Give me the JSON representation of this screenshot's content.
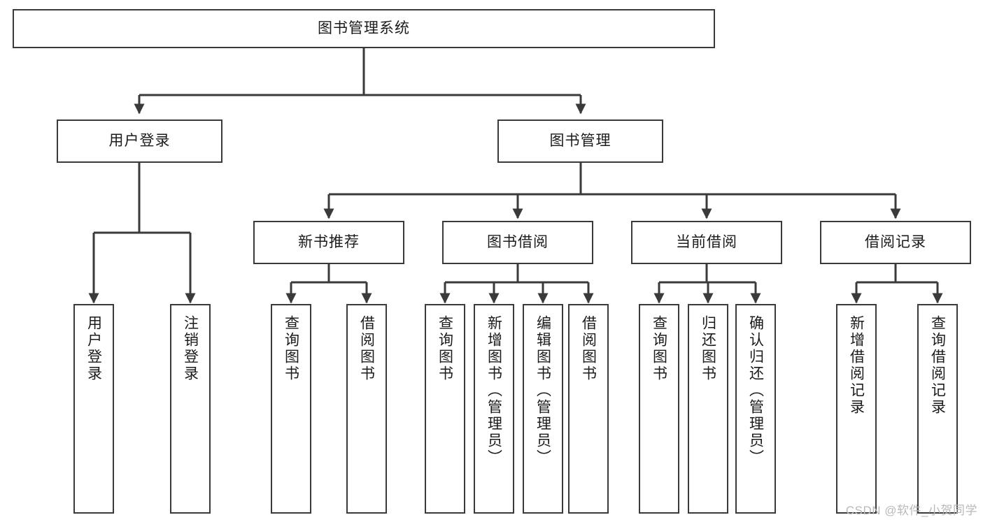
{
  "diagram": {
    "type": "tree-hierarchy",
    "title": "图书管理系统",
    "watermark": "CSDN @软件_小贺同学",
    "colors": {
      "stroke": "#3a3a3a",
      "fill": "#ffffff",
      "text": "#1b1b1b",
      "watermark": "#b9b9b9"
    },
    "nodes": {
      "root": {
        "label": "图书管理系统"
      },
      "level2": [
        {
          "id": "user-login",
          "label": "用户登录"
        },
        {
          "id": "book-manage",
          "label": "图书管理"
        }
      ],
      "level3": [
        {
          "id": "new-book-recommend",
          "label": "新书推荐"
        },
        {
          "id": "book-borrow",
          "label": "图书借阅"
        },
        {
          "id": "current-borrow",
          "label": "当前借阅"
        },
        {
          "id": "borrow-record",
          "label": "借阅记录"
        }
      ],
      "leaves": {
        "user-login": [
          {
            "id": "leaf-user-login",
            "label": "用户登录"
          },
          {
            "id": "leaf-logout-login",
            "label": "注销登录"
          }
        ],
        "new-book-recommend": [
          {
            "id": "leaf-query-book-1",
            "label": "查询图书"
          },
          {
            "id": "leaf-borrow-book-1",
            "label": "借阅图书"
          }
        ],
        "book-borrow": [
          {
            "id": "leaf-query-book-2",
            "label": "查询图书"
          },
          {
            "id": "leaf-add-book",
            "label": "新增图书（管理员）"
          },
          {
            "id": "leaf-edit-book",
            "label": "编辑图书（管理员）"
          },
          {
            "id": "leaf-borrow-book-2",
            "label": "借阅图书"
          }
        ],
        "current-borrow": [
          {
            "id": "leaf-query-book-3",
            "label": "查询图书"
          },
          {
            "id": "leaf-return-book",
            "label": "归还图书"
          },
          {
            "id": "leaf-confirm-return",
            "label": "确认归还（管理员）"
          }
        ],
        "borrow-record": [
          {
            "id": "leaf-add-record",
            "label": "新增借阅记录"
          },
          {
            "id": "leaf-query-record",
            "label": "查询借阅记录"
          }
        ]
      }
    }
  }
}
